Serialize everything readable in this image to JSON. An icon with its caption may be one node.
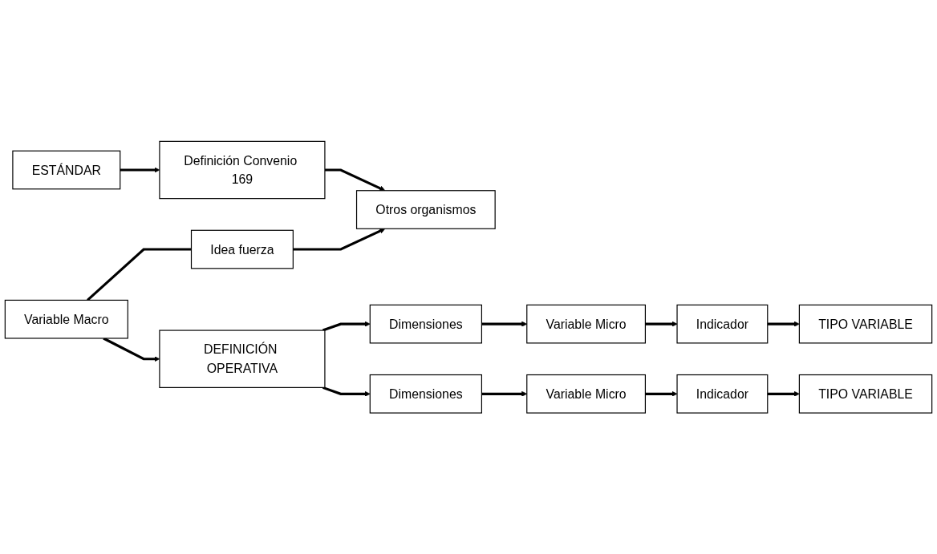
{
  "diagram": {
    "nodes": [
      {
        "text": [
          "ESTÁNDAR"
        ]
      },
      {
        "text": [
          "Definición Convenio 169"
        ]
      },
      {
        "text": [
          "Otros organismos"
        ]
      },
      {
        "text": [
          "Idea fuerza"
        ]
      },
      {
        "text": [
          "Variable Macro"
        ]
      },
      {
        "text": [
          "DEFINICIÓN OPERATIVA"
        ]
      },
      {
        "text": [
          "Dimensiones"
        ]
      },
      {
        "text": [
          "Variable Micro"
        ]
      },
      {
        "text": [
          "Indicador"
        ]
      },
      {
        "text": [
          "TIPO VARIABLE"
        ]
      },
      {
        "text": [
          "Dimensiones"
        ]
      },
      {
        "text": [
          "Variable Micro"
        ]
      },
      {
        "text": [
          "Indicador"
        ]
      },
      {
        "text": [
          "TIPO VARIABLE"
        ]
      }
    ],
    "edges": [
      {
        "from": 0,
        "to": 1,
        "arrow": "to"
      },
      {
        "from": 1,
        "to": 2,
        "arrow": "to"
      },
      {
        "from": 3,
        "to": 2,
        "arrow": "to"
      },
      {
        "from": 4,
        "to": 3,
        "arrow": "none"
      },
      {
        "from": 4,
        "to": 5,
        "arrow": "to"
      },
      {
        "from": 5,
        "to": 6,
        "arrow": "to"
      },
      {
        "from": 6,
        "to": 7,
        "arrow": "to"
      },
      {
        "from": 7,
        "to": 8,
        "arrow": "to"
      },
      {
        "from": 8,
        "to": 9,
        "arrow": "to"
      },
      {
        "from": 5,
        "to": 10,
        "arrow": "to"
      },
      {
        "from": 10,
        "to": 11,
        "arrow": "to"
      },
      {
        "from": 11,
        "to": 12,
        "arrow": "to"
      },
      {
        "from": 12,
        "to": 13,
        "arrow": "to"
      }
    ]
  }
}
